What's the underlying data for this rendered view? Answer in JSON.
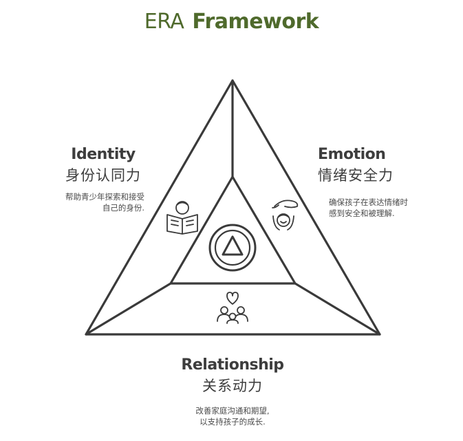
{
  "title": {
    "part1": "ERA",
    "part2": "Framework"
  },
  "sections": {
    "identity": {
      "en": "Identity",
      "zh": "身份认同力",
      "desc_line1": "帮助青少年探索和接受",
      "desc_line2": "自己的身份."
    },
    "emotion": {
      "en": "Emotion",
      "zh": "情绪安全力",
      "desc_line1": "确保孩子在表达情绪时",
      "desc_line2": "感到安全和被理解."
    },
    "relationship": {
      "en": "Relationship",
      "zh": "关系动力",
      "desc_line1": "改善家庭沟通和期望,",
      "desc_line2": "以支持孩子的成长."
    }
  },
  "icons": [
    "reading-person-icon",
    "hand-over-child-icon",
    "family-heart-icon",
    "triangle-logo-icon"
  ],
  "colors": {
    "title": "#4f6a2c",
    "lines": "#3a3a3a",
    "text": "#3d3d3d"
  }
}
